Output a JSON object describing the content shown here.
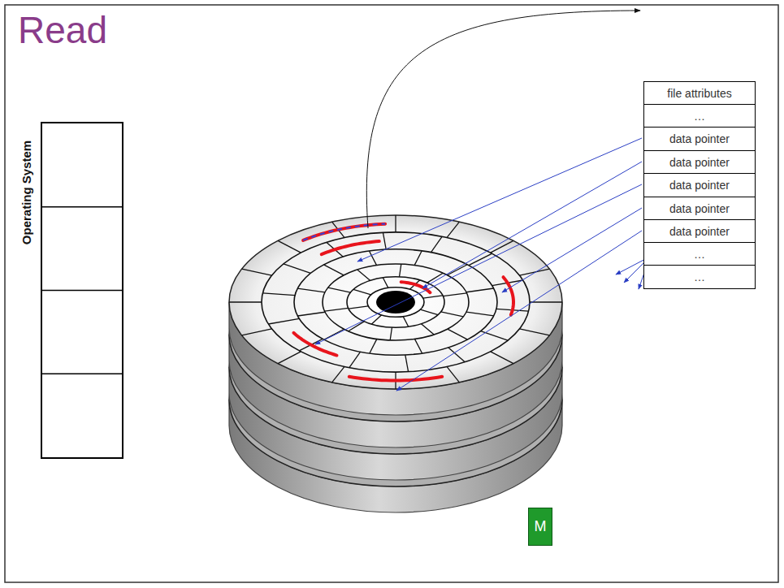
{
  "diagram": {
    "title": "Read",
    "nodes": [
      {
        "text": [
          "Operating System"
        ]
      },
      {
        "text": [
          "file attributes"
        ]
      },
      {
        "text": [
          "…"
        ]
      },
      {
        "text": [
          "data pointer"
        ]
      },
      {
        "text": [
          "data pointer"
        ]
      },
      {
        "text": [
          "data pointer"
        ]
      },
      {
        "text": [
          "data pointer"
        ]
      },
      {
        "text": [
          "data pointer"
        ]
      },
      {
        "text": [
          "…"
        ]
      },
      {
        "text": [
          "…"
        ]
      },
      {
        "text": [
          "M"
        ]
      }
    ]
  }
}
